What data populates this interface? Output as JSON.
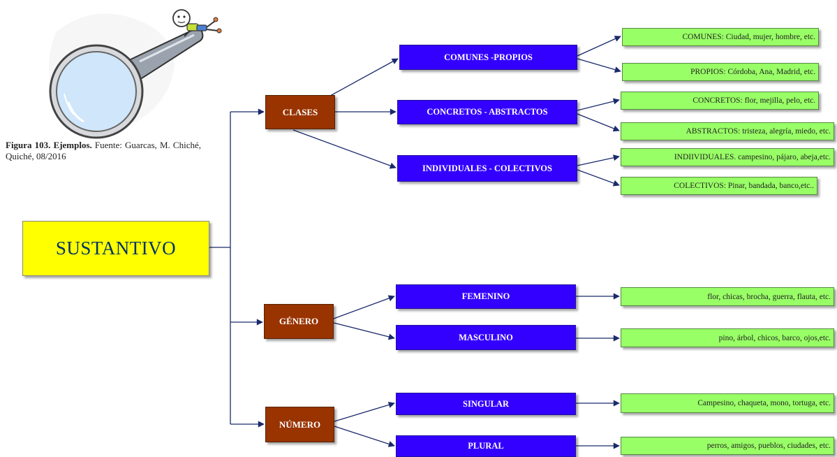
{
  "colors": {
    "root": "#ffff00",
    "category": "#993300",
    "subcategory": "#3300ff",
    "leaf": "#99ff66",
    "connector": "#1a2a6c"
  },
  "figure": {
    "label": "Figura 103. Ejemplos.",
    "source": "Fuente: Guarcas, M. Chiché, Quiché, 08/2016",
    "illustration": "magnifying-glass-with-character"
  },
  "root": {
    "label": "SUSTANTIVO"
  },
  "categories": [
    {
      "label": "CLASES"
    },
    {
      "label": "GÉNERO"
    },
    {
      "label": "NÚMERO"
    }
  ],
  "subcategories": [
    {
      "label": "COMUNES -PROPIOS"
    },
    {
      "label": "CONCRETOS - ABSTRACTOS"
    },
    {
      "label": "INDIVIDUALES - COLECTIVOS"
    },
    {
      "label": "FEMENINO"
    },
    {
      "label": "MASCULINO"
    },
    {
      "label": "SINGULAR"
    },
    {
      "label": "PLURAL"
    }
  ],
  "examples": [
    {
      "label": "COMUNES: Ciudad, mujer, hombre, etc."
    },
    {
      "label": "PROPIOS: Córdoba, Ana, Madrid, etc."
    },
    {
      "label": "CONCRETOS: flor, mejilla, pelo, etc."
    },
    {
      "label": "ABSTRACTOS: tristeza, alegría, miedo, etc."
    },
    {
      "label": "INDIIVIDUALES. campesino, pájaro,  abeja,etc."
    },
    {
      "label": "COLECTIVOS: Pinar, bandada, banco,etc.."
    },
    {
      "label": "flor, chicas, brocha, guerra, flauta, etc."
    },
    {
      "label": "pino, árbol, chicos, barco, ojos,etc."
    },
    {
      "label": "Campesino, chaqueta, mono, tortuga, etc."
    },
    {
      "label": "perros, amigos, pueblos, ciudades, etc."
    }
  ]
}
